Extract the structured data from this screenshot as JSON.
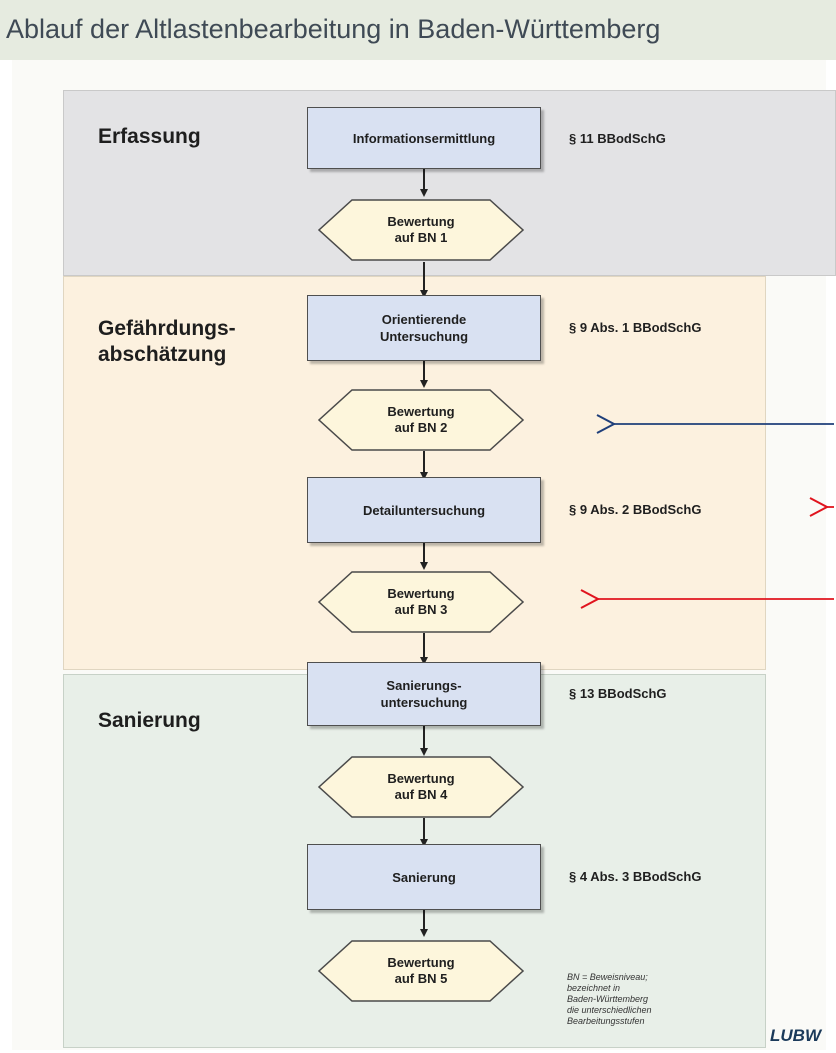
{
  "header": {
    "title": "Ablauf der Altlastenbearbeitung in Baden-Württemberg"
  },
  "phases": [
    {
      "title": "Erfassung"
    },
    {
      "title": "Gefährdungs-\nabschätzung"
    },
    {
      "title": "Sanierung"
    }
  ],
  "steps": [
    {
      "label": "Informationsermittlung",
      "law": "§ 11 BBodSchG"
    },
    {
      "label": "Orientierende\nUntersuchung",
      "law": "§ 9 Abs. 1 BBodSchG"
    },
    {
      "label": "Detailuntersuchung",
      "law": "§ 9 Abs. 2 BBodSchG"
    },
    {
      "label": "Sanierungs-\nuntersuchung",
      "law": "§ 13 BBodSchG"
    },
    {
      "label": "Sanierung",
      "law": "§ 4 Abs. 3 BBodSchG"
    }
  ],
  "evaluations": [
    {
      "label": "Bewertung\nauf BN 1"
    },
    {
      "label": "Bewertung\nauf BN 2"
    },
    {
      "label": "Bewertung\nauf BN 3"
    },
    {
      "label": "Bewertung\nauf BN 4"
    },
    {
      "label": "Bewertung\nauf BN 5"
    }
  ],
  "note": "BN = Beweisniveau;\nbezeichnet in\nBaden-Württemberg\ndie unterschiedlichen\nBearbeitungsstufen",
  "logo": "LUBW",
  "colors": {
    "phase_erfassung": "#e3e3e5",
    "phase_gefaehrdung": "#fcf1df",
    "phase_sanierung": "#e8efe8",
    "step_box": "#d9e1f2",
    "eval_shape": "#fdf6dc",
    "arrow_blue": "#1f3f7a",
    "arrow_red": "#e0141e"
  }
}
